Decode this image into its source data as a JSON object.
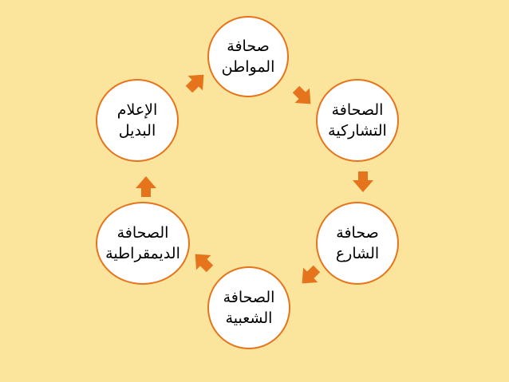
{
  "colors": {
    "background": "#fbe49b",
    "node_fill": "#ffffff",
    "node_border": "#e6741c",
    "arrow": "#e6741c",
    "text": "#000000"
  },
  "cycle": {
    "nodes": [
      {
        "line1": "صحافة",
        "line2": "المواطن"
      },
      {
        "line1": "الصحافة",
        "line2": "التشاركية"
      },
      {
        "line1": "صحافة",
        "line2": "الشارع"
      },
      {
        "line1": "الصحافة",
        "line2": "الشعبية"
      },
      {
        "line1": "الصحافة",
        "line2": "الديمقراطية"
      },
      {
        "line1": "الإعلام",
        "line2": "البديل"
      }
    ]
  }
}
